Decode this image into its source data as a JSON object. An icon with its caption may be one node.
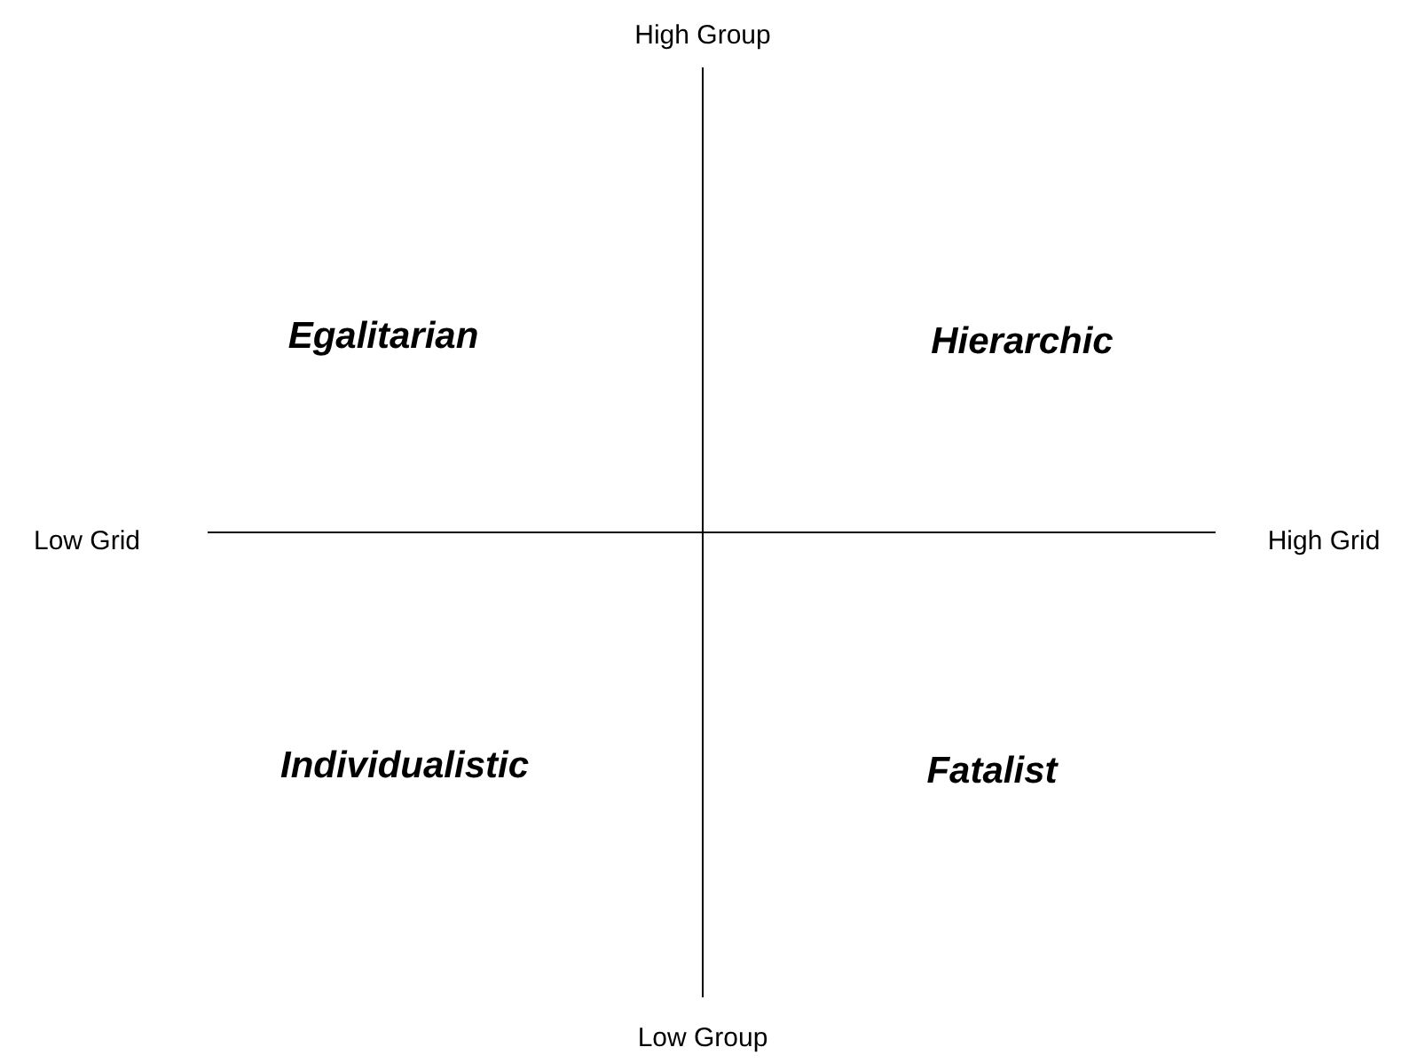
{
  "diagram": {
    "labels": [
      "High Group",
      "Egalitarian",
      "Hierarchic",
      "Low Grid",
      "High Grid",
      "Individualistic",
      "Fatalist",
      "Low Group"
    ]
  }
}
